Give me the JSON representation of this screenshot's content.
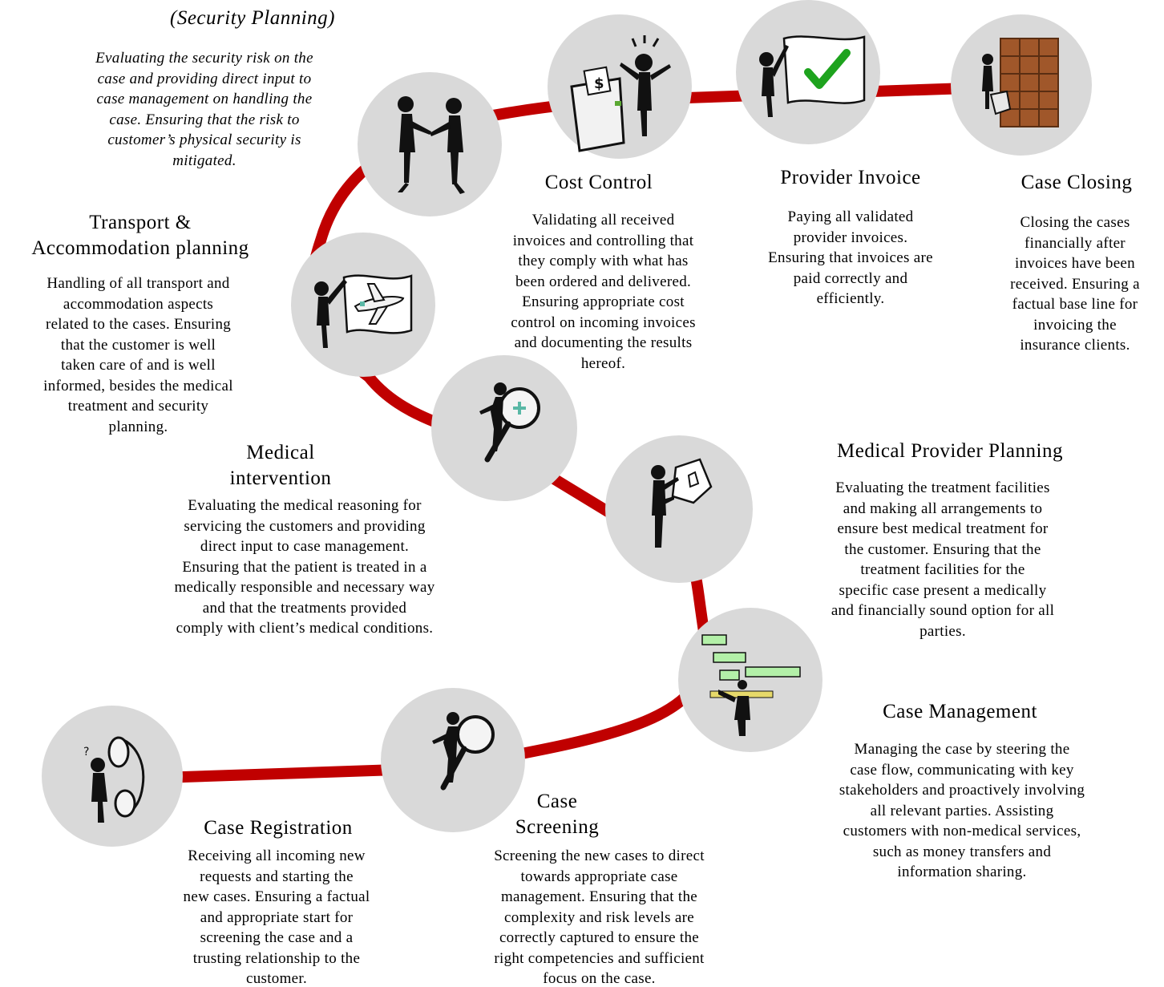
{
  "colors": {
    "path": "#c00000",
    "circle": "#d9d9d9",
    "check": "#1ea31e",
    "box": "#a0572a",
    "bar": "#b3f0a8"
  },
  "steps": {
    "security": {
      "title": "(Security Planning)",
      "desc": "Evaluating the security risk on the\ncase and providing direct input to\ncase management on handling the\ncase. Ensuring that the risk to\ncustomer’s physical security is\nmitigated.",
      "icon": "handshake-icon"
    },
    "cost": {
      "title": "Cost Control",
      "desc": "Validating all received\ninvoices and controlling that\nthey comply with what has\nbeen ordered and delivered.\nEnsuring appropriate cost\ncontrol on incoming invoices\nand documenting the results\nhereof.",
      "icon": "cash-register-icon"
    },
    "provider": {
      "title": "Provider Invoice",
      "desc": "Paying all validated\nprovider invoices.\nEnsuring that invoices are\npaid correctly and\nefficiently.",
      "icon": "checkmark-flag-icon"
    },
    "closing": {
      "title": "Case Closing",
      "desc": "Closing the cases\nfinancially after\ninvoices have been\nreceived. Ensuring a\nfactual base line for\ninvoicing the\ninsurance clients.",
      "icon": "filing-shelf-icon"
    },
    "transport": {
      "title": "Transport &\nAccommodation planning",
      "desc": "Handling of all transport and\naccommodation aspects\nrelated to the cases. Ensuring\nthat the customer is well\ntaken care of and is well\ninformed, besides the medical\ntreatment and security\nplanning.",
      "icon": "airplane-flag-icon"
    },
    "medical": {
      "title": "Medical\nintervention",
      "desc": "Evaluating the medical reasoning for\nservicing the customers and providing\ndirect input to case management.\nEnsuring that the patient is treated in a\nmedically responsible and necessary way\nand that the treatments provided\ncomply with client’s medical conditions.",
      "icon": "magnifier-cross-icon"
    },
    "mpp": {
      "title": "Medical Provider Planning",
      "desc": "Evaluating the treatment facilities\nand making all arrangements to\nensure best medical treatment for\nthe customer. Ensuring that the\ntreatment facilities for the\nspecific case present a medically\nand financially sound option for all\nparties.",
      "icon": "hospital-map-icon"
    },
    "management": {
      "title": "Case Management",
      "desc": "Managing the case by steering the\ncase flow, communicating with key\nstakeholders and proactively involving\nall relevant parties. Assisting\ncustomers with non-medical services,\nsuch as money transfers and\ninformation sharing.",
      "icon": "gantt-chart-icon"
    },
    "registration": {
      "title": "Case Registration",
      "desc": "Receiving all incoming new\nrequests and starting the\nnew cases. Ensuring a factual\nand appropriate start for\nscreening the case and a\ntrusting relationship to the\ncustomer.",
      "icon": "telephone-icon"
    },
    "screening": {
      "title": "Case\nScreening",
      "desc": "Screening the new cases to direct\ntowards appropriate case\nmanagement. Ensuring that the\ncomplexity and risk levels are\ncorrectly captured to ensure the\nright competencies and sufficient\nfocus on the case.",
      "icon": "magnifier-icon"
    }
  }
}
